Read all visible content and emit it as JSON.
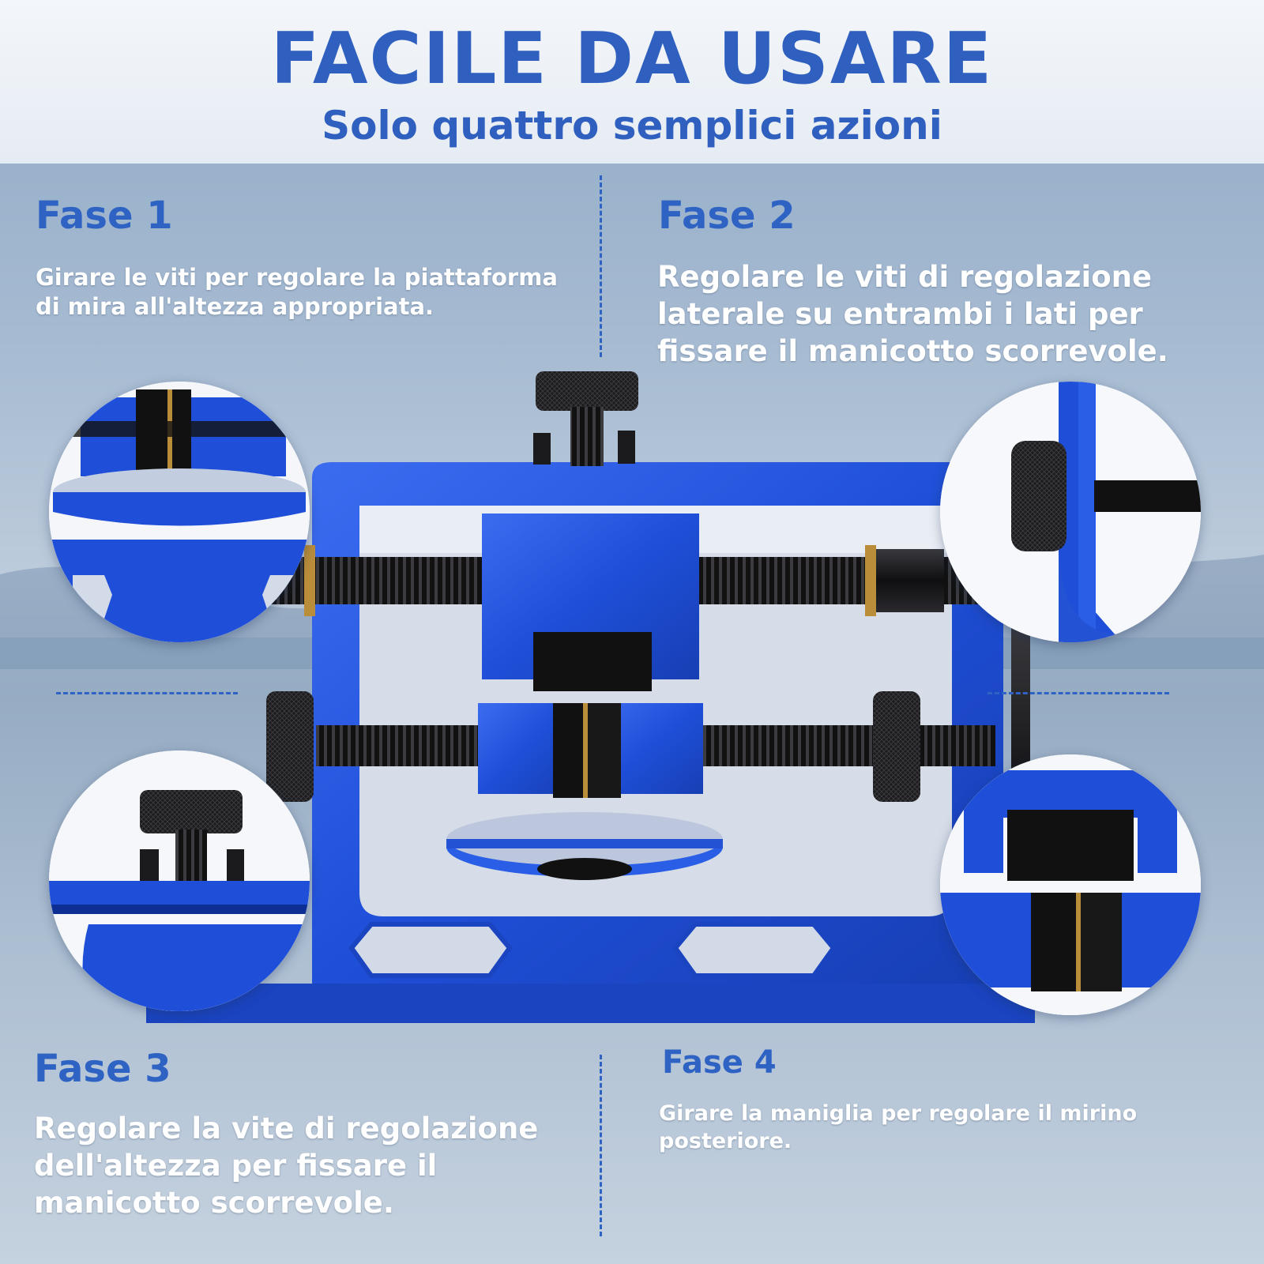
{
  "header": {
    "title": "FACILE DA USARE",
    "subtitle": "Solo quattro semplici azioni"
  },
  "steps": [
    {
      "title": "Fase 1",
      "text": "Girare le viti per regolare la piattaforma di mira all'altezza appropriata."
    },
    {
      "title": "Fase 2",
      "text": "Regolare le viti di regolazione laterale su entrambi i lati per fissare il manicotto scorrevole."
    },
    {
      "title": "Fase 3",
      "text": "Regolare la vite di regolazione dell'altezza per fissare il manicotto scorrevole."
    },
    {
      "title": "Fase 4",
      "text": "Girare la maniglia per regolare il mirino posteriore."
    }
  ],
  "colors": {
    "accent": "#2e63c4",
    "device_blue": "#1f4fd8",
    "knob_black": "#1b1b1d"
  },
  "icons": [
    "thumb-screw-icon",
    "sight-pusher-tool"
  ]
}
